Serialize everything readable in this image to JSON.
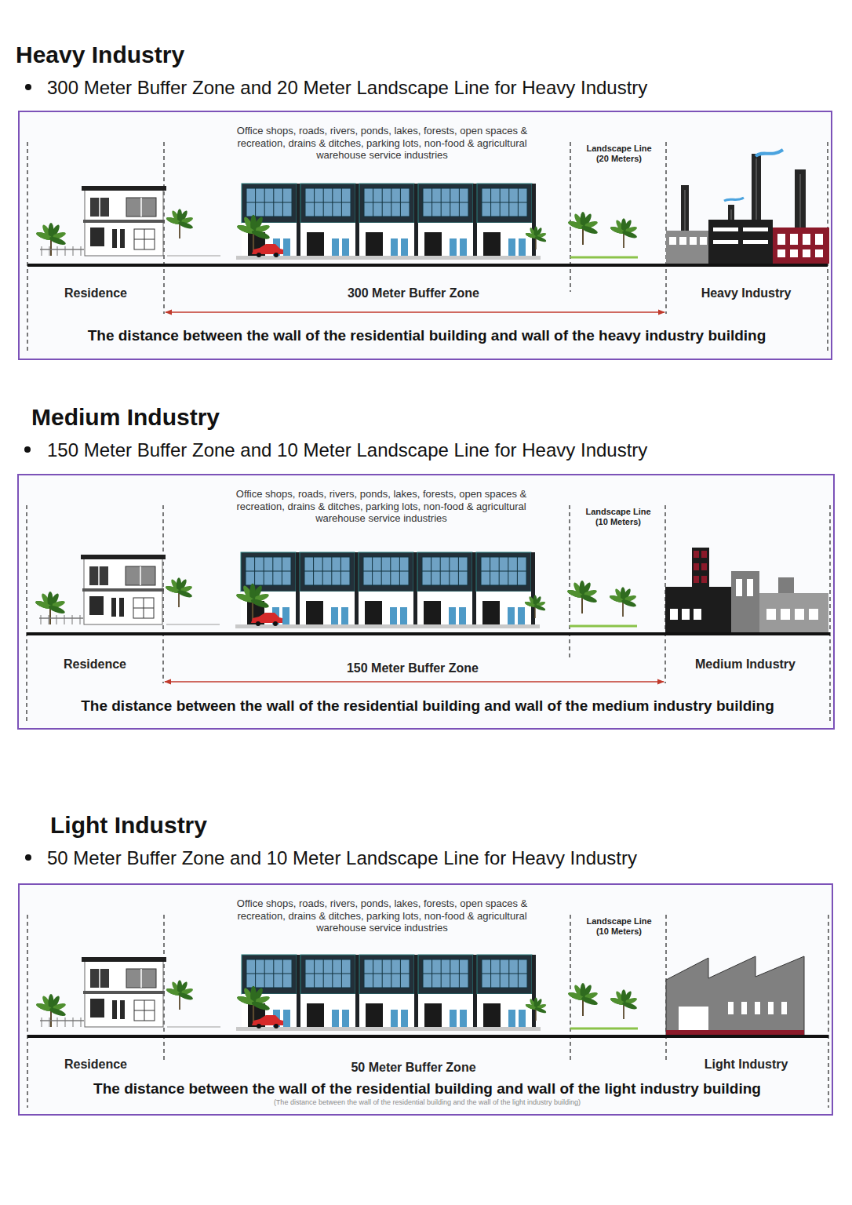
{
  "diagram": {
    "nodes": [
      {
        "text": [
          "Heavy Industry",
          "300 Meter Buffer Zone and 20 Meter Landscape Line for Heavy Industry",
          "Office shops, roads, rivers, ponds, lakes, forests, open spaces & recreation, drains & ditches, parking lots, non-food & agricultural warehouse service industries",
          "Landscape Line (20 Meters)",
          "Residence",
          "300 Meter Buffer Zone",
          "Heavy Industry",
          "The distance between the wall of the residential building and wall of the heavy industry building"
        ]
      },
      {
        "text": [
          "Medium Industry",
          "150 Meter Buffer Zone and 10 Meter Landscape Line for Heavy Industry",
          "Office shops, roads, rivers, ponds, lakes, forests, open spaces & recreation, drains & ditches, parking lots, non-food & agricultural warehouse service industries",
          "Landscape Line (10 Meters)",
          "Residence",
          "150 Meter Buffer Zone",
          "Medium Industry",
          "The distance between the wall of the residential building and wall of the medium industry building"
        ]
      },
      {
        "text": [
          "Light Industry",
          "50 Meter Buffer Zone and 10 Meter Landscape Line for Heavy Industry",
          "Office shops, roads, rivers, ponds, lakes, forests, open spaces & recreation, drains & ditches, parking lots, non-food & agricultural warehouse service industries",
          "Landscape Line (10 Meters)",
          "Residence",
          "50 Meter Buffer Zone",
          "Light Industry",
          "The distance between the wall of the residential building and wall of the light industry building",
          "(The distance between the wall of the residential building and the wall of the light industry building)"
        ]
      }
    ]
  }
}
